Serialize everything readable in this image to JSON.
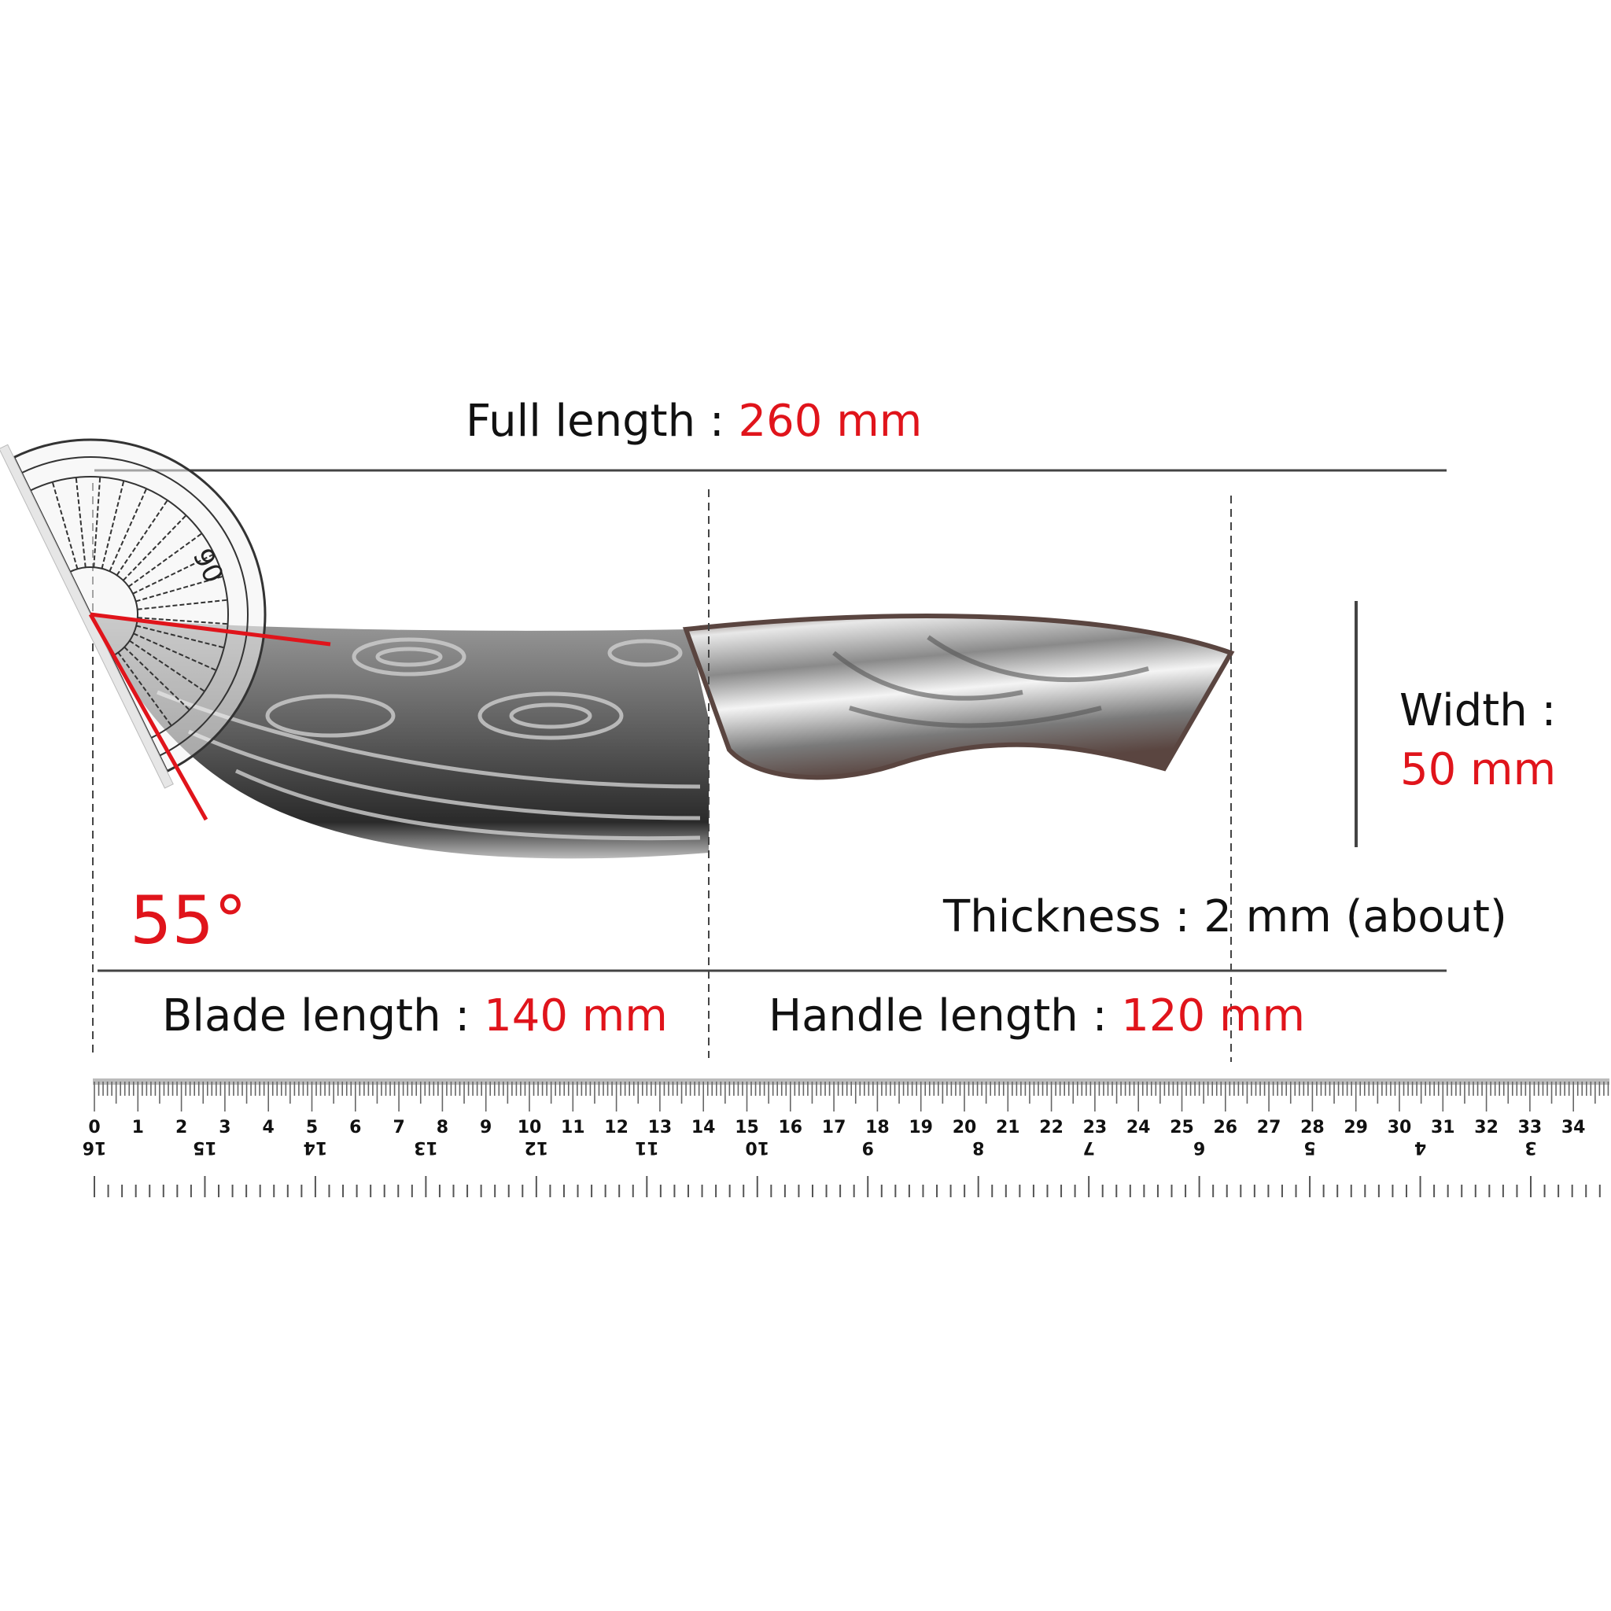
{
  "labels": {
    "full_length_label": "Full length : ",
    "full_length_value": "260 mm",
    "blade_length_label": "Blade length : ",
    "blade_length_value": "140 mm",
    "handle_length_label": "Handle length : ",
    "handle_length_value": "120 mm",
    "width_label": "Width :",
    "width_value": "50 mm",
    "thickness": "Thickness : 2 mm (about)",
    "angle": "55°"
  },
  "protractor": {
    "marking": "90"
  },
  "ruler": {
    "cm_labels": [
      "0",
      "1",
      "2",
      "3",
      "4",
      "5",
      "6",
      "7",
      "8",
      "9",
      "10",
      "11",
      "12",
      "13",
      "14",
      "15",
      "16",
      "17",
      "18",
      "19",
      "20",
      "21",
      "22",
      "23",
      "24",
      "25",
      "26",
      "27",
      "28",
      "29",
      "30",
      "31",
      "32",
      "33",
      "34"
    ],
    "inch_labels": [
      "16",
      "15",
      "14",
      "13",
      "12",
      "11",
      "10",
      "9",
      "8",
      "7",
      "6",
      "5",
      "4",
      "3"
    ]
  },
  "colors": {
    "accent": "#e0141b",
    "line": "#444444"
  }
}
